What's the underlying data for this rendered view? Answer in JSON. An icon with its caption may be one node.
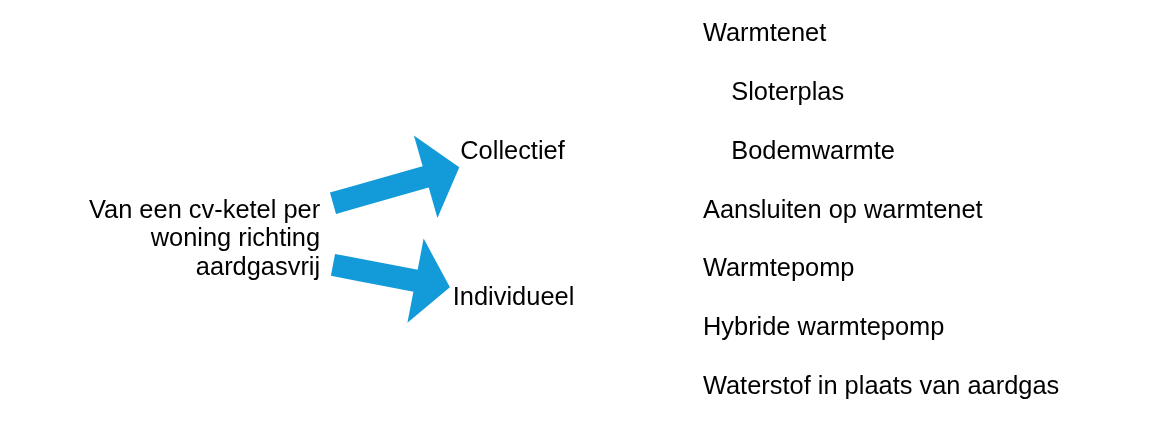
{
  "diagram": {
    "nodes": [
      {
        "text": [
          "Van een cv-ketel per woning richting aardgasvrij"
        ]
      },
      {
        "text": [
          "Collectief"
        ]
      },
      {
        "text": [
          "Individueel"
        ]
      }
    ],
    "edges": [
      {
        "from": 0,
        "to": 1,
        "arrow": "to"
      },
      {
        "from": 0,
        "to": 2,
        "arrow": "to"
      }
    ],
    "labels": [
      "Warmtenet",
      "Sloterplas",
      "Bodemwarmte",
      "Aansluiten op warmtenet",
      "Warmtepomp",
      "Hybride warmtepomp",
      "Waterstof in plaats van aardgas"
    ]
  }
}
